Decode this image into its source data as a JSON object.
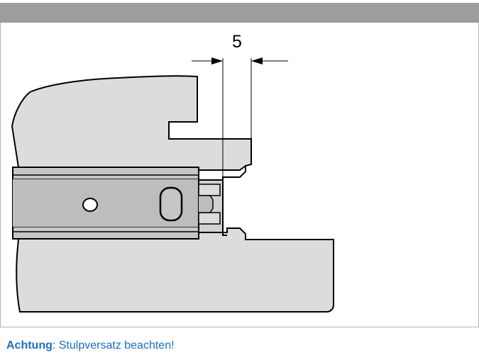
{
  "drawing": {
    "dimension_value": "5",
    "colors": {
      "part_fill": "#dcdcdc",
      "rail_fill": "#c9c9c9",
      "line": "#000000"
    }
  },
  "caption": {
    "label": "Achtung",
    "separator": ":",
    "text": " Stulpversatz beachten!",
    "color": "#1a6fc1"
  }
}
